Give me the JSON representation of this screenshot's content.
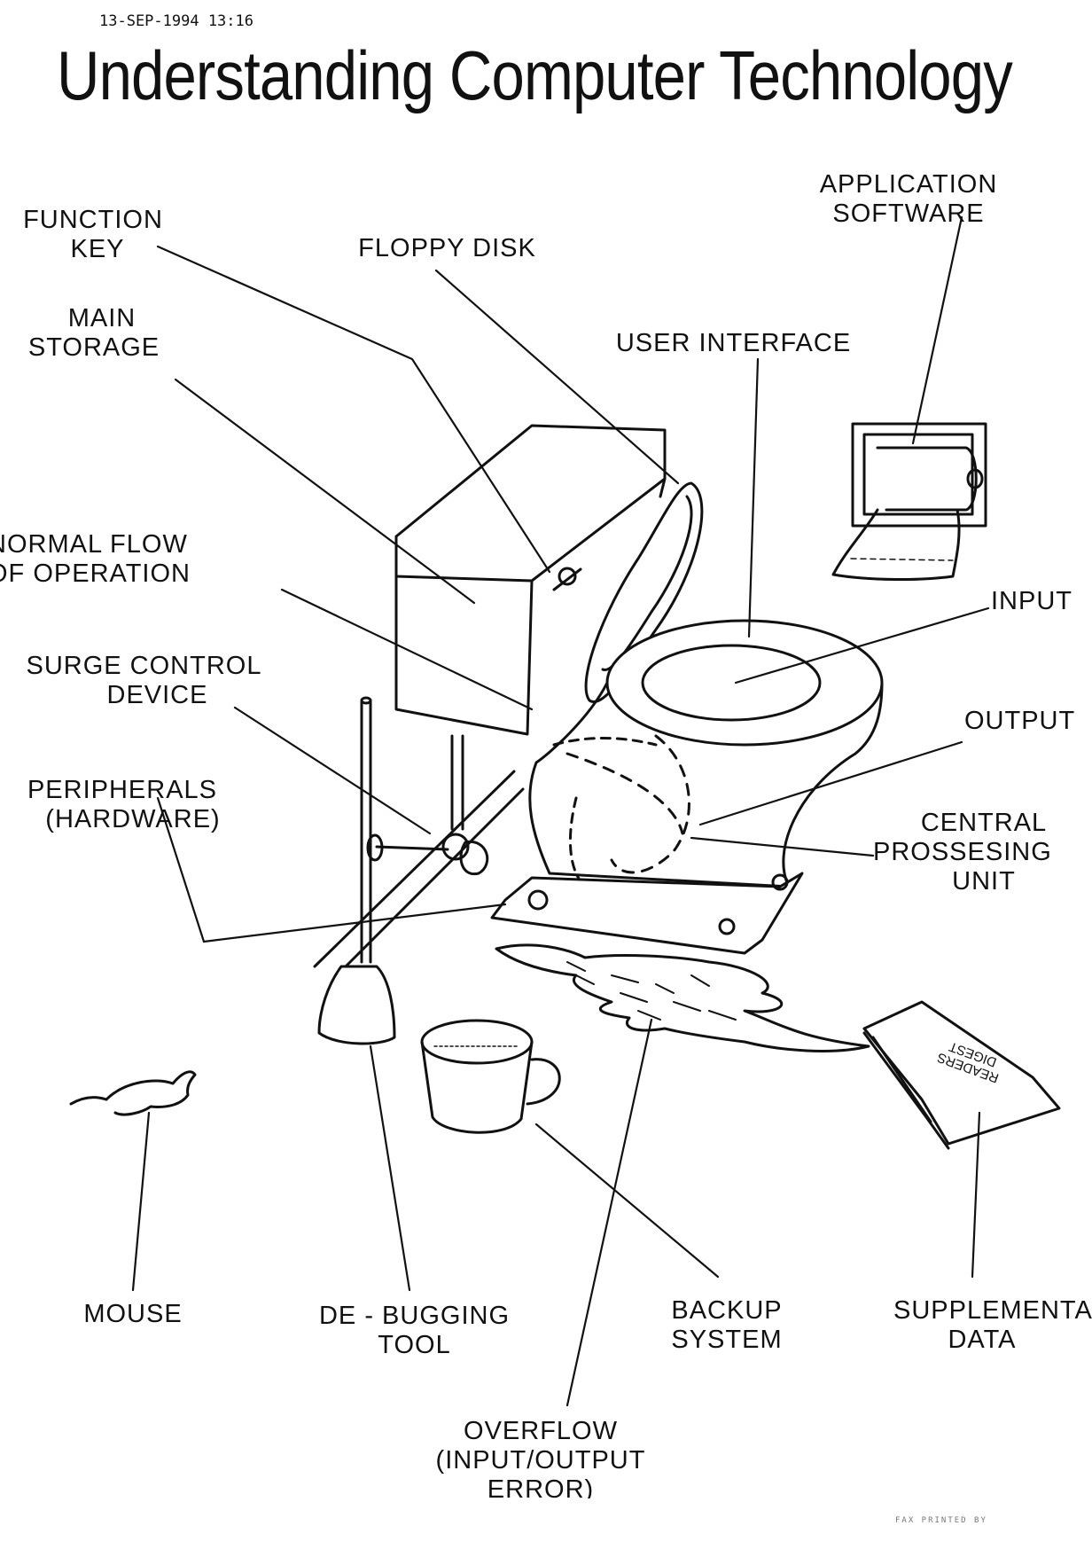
{
  "header": {
    "timestamp": "13-SEP-1994  13:16",
    "title": "Understanding Computer Technology"
  },
  "labels": {
    "function_key": [
      "FUNCTION",
      "KEY"
    ],
    "floppy_disk": [
      "FLOPPY DISK"
    ],
    "application_software": [
      "APPLICATION",
      "SOFTWARE"
    ],
    "main_storage": [
      "MAIN",
      "STORAGE"
    ],
    "user_interface": [
      "USER INTERFACE"
    ],
    "normal_flow": [
      "NORMAL FLOW",
      "OF OPERATION"
    ],
    "input": [
      "INPUT"
    ],
    "surge_control": [
      "SURGE CONTROL",
      "DEVICE"
    ],
    "output": [
      "OUTPUT"
    ],
    "peripherals": [
      "PERIPHERALS",
      "(HARDWARE)"
    ],
    "cpu": [
      "CENTRAL",
      "PROSSESING",
      "UNIT"
    ],
    "mouse": [
      "MOUSE"
    ],
    "debugging_tool": [
      "DE - BUGGING",
      "TOOL"
    ],
    "backup_system": [
      "BACKUP",
      "SYSTEM"
    ],
    "supplemental_data": [
      "SUPPLEMENTAL",
      "DATA"
    ],
    "overflow": [
      "OVERFLOW",
      "(INPUT/OUTPUT",
      "ERROR)"
    ]
  },
  "magazine": {
    "text": [
      "READERS",
      "DIGEST"
    ]
  },
  "footer": {
    "text": "FAX PRINTED BY"
  }
}
